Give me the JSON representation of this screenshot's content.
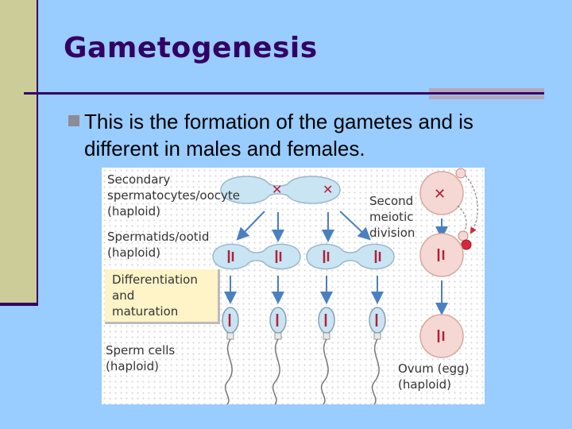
{
  "slide": {
    "title": "Gametogenesis",
    "bullet": "This is the formation of the gametes and is different in males and females."
  },
  "diagram": {
    "labels": {
      "secondary": "Secondary\nspermatocytes/oocyte\n(haploid)",
      "spermatids": "Spermatids/ootid\n(haploid)",
      "differentiation": "Differentiation\nand\nmaturation",
      "sperm": "Sperm cells\n(haploid)",
      "second_meiotic": "Second\nmeiotic\ndivision",
      "ovum": "Ovum (egg)\n(haploid)"
    },
    "colors": {
      "male_cell": "#c9e4f3",
      "female_cell": "#f5d8d3",
      "chromosome": "#b0203a",
      "arrow": "#4a80c0",
      "polar_body": "#d4283c"
    }
  }
}
